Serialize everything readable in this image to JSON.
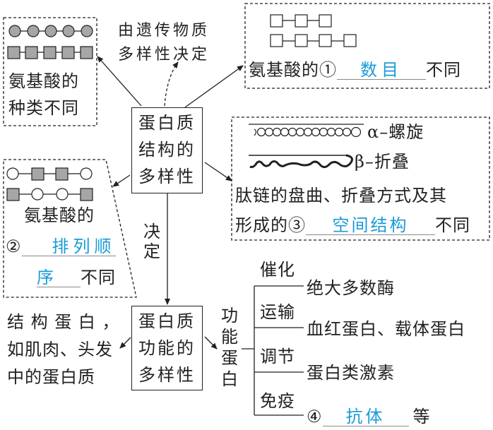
{
  "center_structure": {
    "lines": [
      "蛋白质",
      "结构的",
      "多样性"
    ]
  },
  "genetic_note": {
    "lines": [
      "由遗传物质",
      "多样性决定"
    ]
  },
  "kind_box": {
    "lines": [
      "氨基酸的",
      "种类不同"
    ]
  },
  "number_box": {
    "prefix": "氨基酸的①",
    "answer": "数目",
    "suffix": "不同"
  },
  "order_box": {
    "line1": "氨基酸的",
    "marker": "②",
    "answer_part1": "排列顺",
    "answer_part2": "序",
    "suffix": "不同"
  },
  "spatial_box": {
    "alpha_label": "α–螺旋",
    "beta_label": "β–折叠",
    "line1": "肽链的盘曲、折叠方式及其",
    "prefix": "形成的③",
    "answer": "空间结构",
    "suffix": "不同"
  },
  "decides_label": {
    "lines": [
      "决",
      "定"
    ]
  },
  "center_function": {
    "lines": [
      "蛋白质",
      "功能的",
      "多样性"
    ]
  },
  "structural_protein": {
    "lines": [
      "结 构 蛋 白 ，",
      "如肌肉、头发",
      "中的蛋白质"
    ]
  },
  "functional_protein": {
    "chars": [
      "功",
      "能",
      "蛋",
      "白"
    ]
  },
  "functions": [
    {
      "name": "催化",
      "example": "绝大多数酶"
    },
    {
      "name": "运输",
      "example": "血红蛋白、载体蛋白"
    },
    {
      "name": "调节",
      "example": "蛋白类激素"
    },
    {
      "name": "免疫",
      "marker": "④",
      "answer": "抗体",
      "suffix": "等"
    }
  ],
  "colors": {
    "text": "#231f20",
    "answer": "#1a9bd7",
    "filled_shape": "#a6a6a6"
  }
}
